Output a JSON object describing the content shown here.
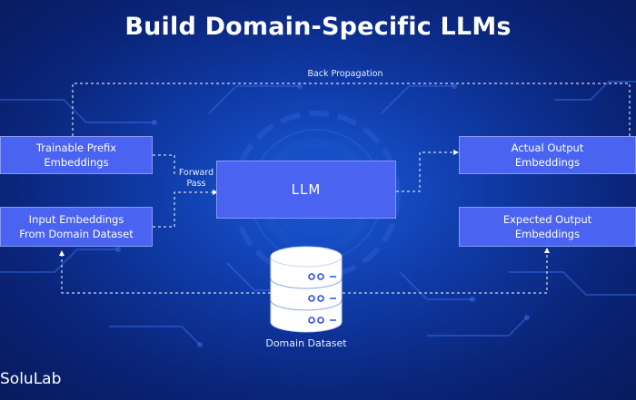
{
  "title": "Build Domain-Specific LLMs",
  "boxes": {
    "trainable_prefix": "Trainable Prefix\nEmbeddings",
    "input_embeddings": "Input Embeddings\nFrom Domain Dataset",
    "llm": "LLM",
    "actual_output": "Actual Output\nEmbeddings",
    "expected_output": "Expected Output\nEmbeddings"
  },
  "labels": {
    "back_propagation": "Back Propagation",
    "forward_pass": "Forward\nPass",
    "domain_dataset": "Domain Dataset"
  },
  "brand": "SoluLab",
  "icons": {
    "database": "database-icon"
  },
  "colors": {
    "background": "#0f3aa6",
    "box_fill": "#4a63f0",
    "line": "#ffffff"
  }
}
